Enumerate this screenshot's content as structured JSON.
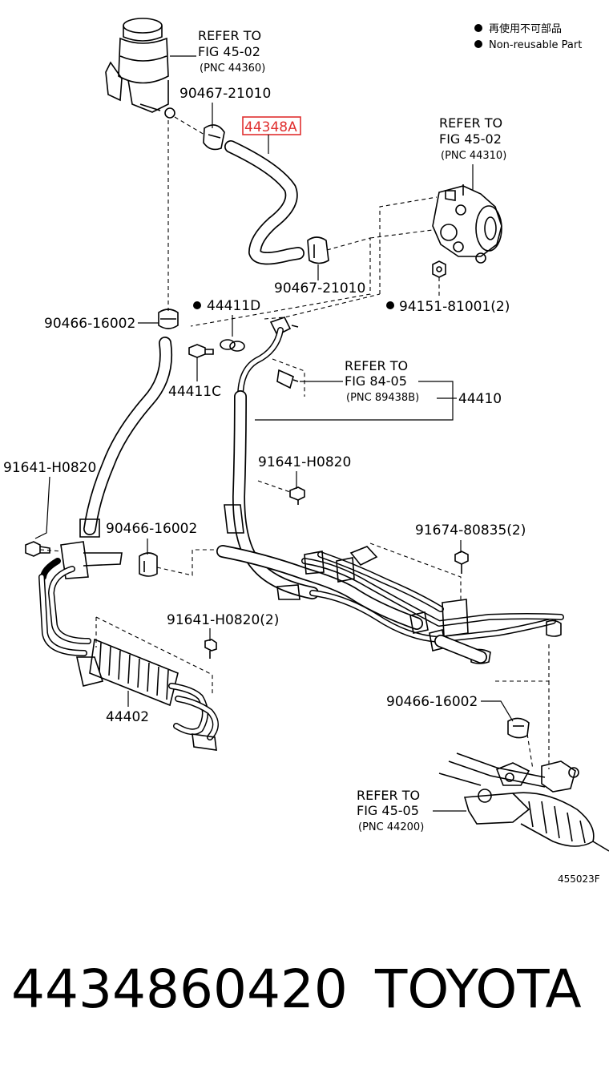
{
  "legend": {
    "line1": "再使用不可部品",
    "line2": "Non-reusable Part"
  },
  "labels": {
    "p90467_21010_top": "90467-21010",
    "p44348A": "44348A",
    "p90467_21010_mid": "90467-21010",
    "p90466_16002_top": "90466-16002",
    "p44411D": "44411D",
    "p94151_81001": "94151-81001(2)",
    "p44411C": "44411C",
    "p44410": "44410",
    "p91641_H0820_left": "91641-H0820",
    "p91641_H0820_mid": "91641-H0820",
    "p90466_16002_mid": "90466-16002",
    "p91674_80835": "91674-80835(2)",
    "p91641_H0820_2": "91641-H0820(2)",
    "p44402": "44402",
    "p90466_16002_right": "90466-16002"
  },
  "refs": {
    "reservoir": {
      "line1": "REFER TO",
      "line2": "FIG 45-02",
      "pnc": "(PNC 44360)"
    },
    "pump": {
      "line1": "REFER TO",
      "line2": "FIG 45-02",
      "pnc": "(PNC 44310)"
    },
    "sensor": {
      "line1": "REFER TO",
      "line2": "FIG 84-05",
      "pnc": "(PNC 89438B)"
    },
    "gear": {
      "line1": "REFER TO",
      "line2": "FIG 45-05",
      "pnc": "(PNC 44200)"
    }
  },
  "diagram_code": "455023F",
  "footer": {
    "part_number": "4434860420",
    "brand": "TOYOTA"
  },
  "colors": {
    "highlight": "#e03030",
    "ink": "#000000",
    "background": "#ffffff"
  }
}
